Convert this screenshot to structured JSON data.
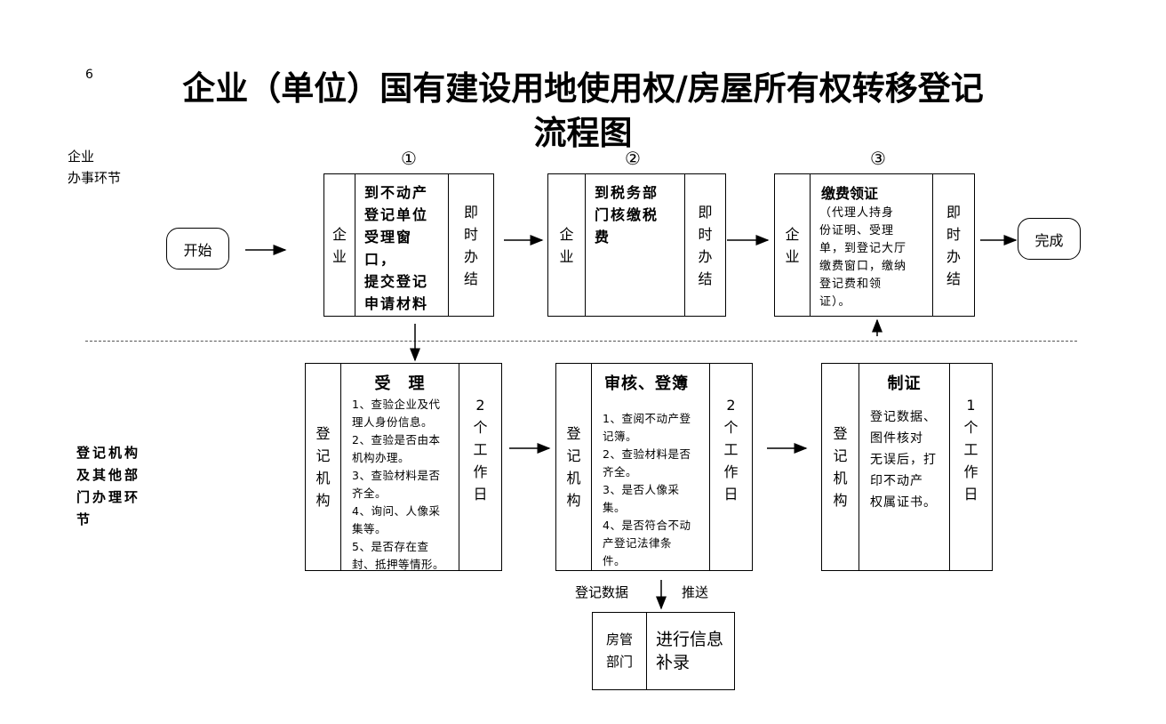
{
  "page_number": "6",
  "title": {
    "line1": "企业（单位）国有建设用地使用权/房屋所有权转移登记",
    "line2": "流程图"
  },
  "sections": {
    "enterprise": [
      "企业",
      "办事环节"
    ],
    "registry": [
      "登记机构",
      "及其他部",
      "门办理环",
      "节"
    ]
  },
  "steps": [
    "①",
    "②",
    "③"
  ],
  "start_label": "开始",
  "end_label": "完成",
  "top_boxes": [
    {
      "actor": [
        "企",
        "业"
      ],
      "content": [
        "到不动产",
        "登记单位",
        "受理窗口，",
        "提交登记",
        "申请材料"
      ],
      "timing": [
        "即",
        "时",
        "办",
        "结"
      ]
    },
    {
      "actor": [
        "企",
        "业"
      ],
      "content": [
        "到税务部",
        "门核缴税",
        "费"
      ],
      "timing": [
        "即",
        "时",
        "办",
        "结"
      ]
    },
    {
      "actor": [
        "企",
        "业"
      ],
      "heading": "缴费领证",
      "content": [
        "（代理人持身",
        "份证明、受理",
        "单，到登记大厅",
        "缴费窗口，缴纳",
        "登记费和领",
        "证）。"
      ],
      "timing": [
        "即",
        "时",
        "办",
        "结"
      ]
    }
  ],
  "bottom_boxes": [
    {
      "actor": [
        "登",
        "记",
        "机",
        "构"
      ],
      "heading": "受　理",
      "content": [
        "1、查验企业及代",
        "理人身份信息。",
        "2、查验是否由本",
        "机构办理。",
        "3、查验材料是否",
        "齐全。",
        "4、询问、人像采",
        "集等。",
        "5、是否存在查",
        "封、抵押等情形。"
      ],
      "timing": [
        "2",
        "个",
        "工",
        "作",
        "日"
      ]
    },
    {
      "actor": [
        "登",
        "记",
        "机",
        "构"
      ],
      "heading": "审核、登簿",
      "content": [
        "1、查阅不动产登",
        "记簿。",
        "2、查验材料是否",
        "齐全。",
        "3、是否人像采",
        "集。",
        "4、是否符合不动",
        "产登记法律条",
        "件。"
      ],
      "timing": [
        "2",
        "个",
        "工",
        "作",
        "日"
      ]
    },
    {
      "actor": [
        "登",
        "记",
        "机",
        "构"
      ],
      "heading": "制证",
      "content": [
        "登记数据、",
        "图件核对",
        "无误后，打",
        "印不动产",
        "权属证书。"
      ],
      "timing": [
        "1",
        "个",
        "工",
        "作",
        "日"
      ]
    }
  ],
  "push": {
    "left_label": "登记数据",
    "right_label": "推送"
  },
  "housing": {
    "actor": [
      "房管",
      "部门"
    ],
    "content": [
      "进行信息",
      "补录"
    ]
  }
}
